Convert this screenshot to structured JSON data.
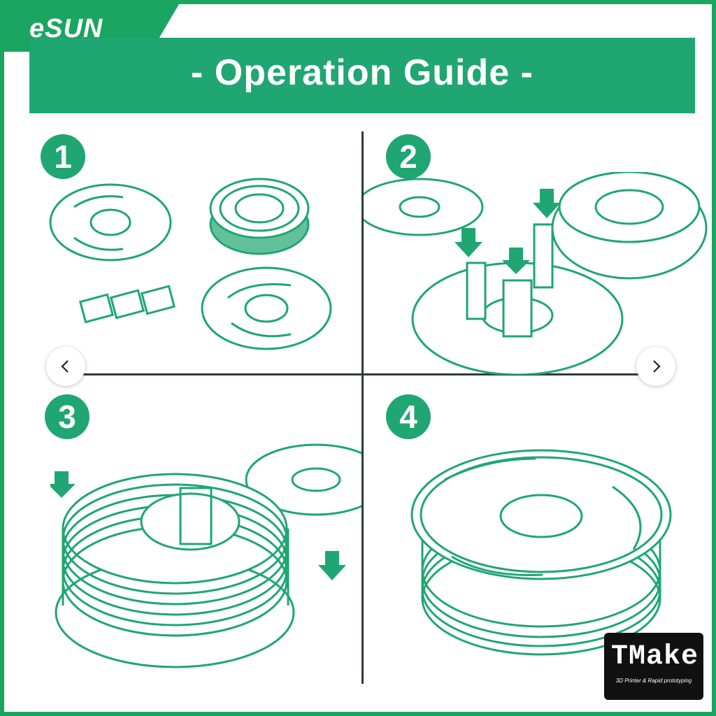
{
  "brand": {
    "name": "eSUN",
    "color": "#1aa561"
  },
  "header": {
    "title": "- Operation Guide -"
  },
  "steps": [
    {
      "number": "1"
    },
    {
      "number": "2"
    },
    {
      "number": "3"
    },
    {
      "number": "4"
    }
  ],
  "nav": {
    "prev_icon": "chevron-left-icon",
    "next_icon": "chevron-right-icon"
  },
  "watermark": {
    "logo": "TMake",
    "tagline": "3D Printer & Rapid prototyping"
  },
  "colors": {
    "accent": "#1fa672",
    "line": "#2f3b3a"
  }
}
